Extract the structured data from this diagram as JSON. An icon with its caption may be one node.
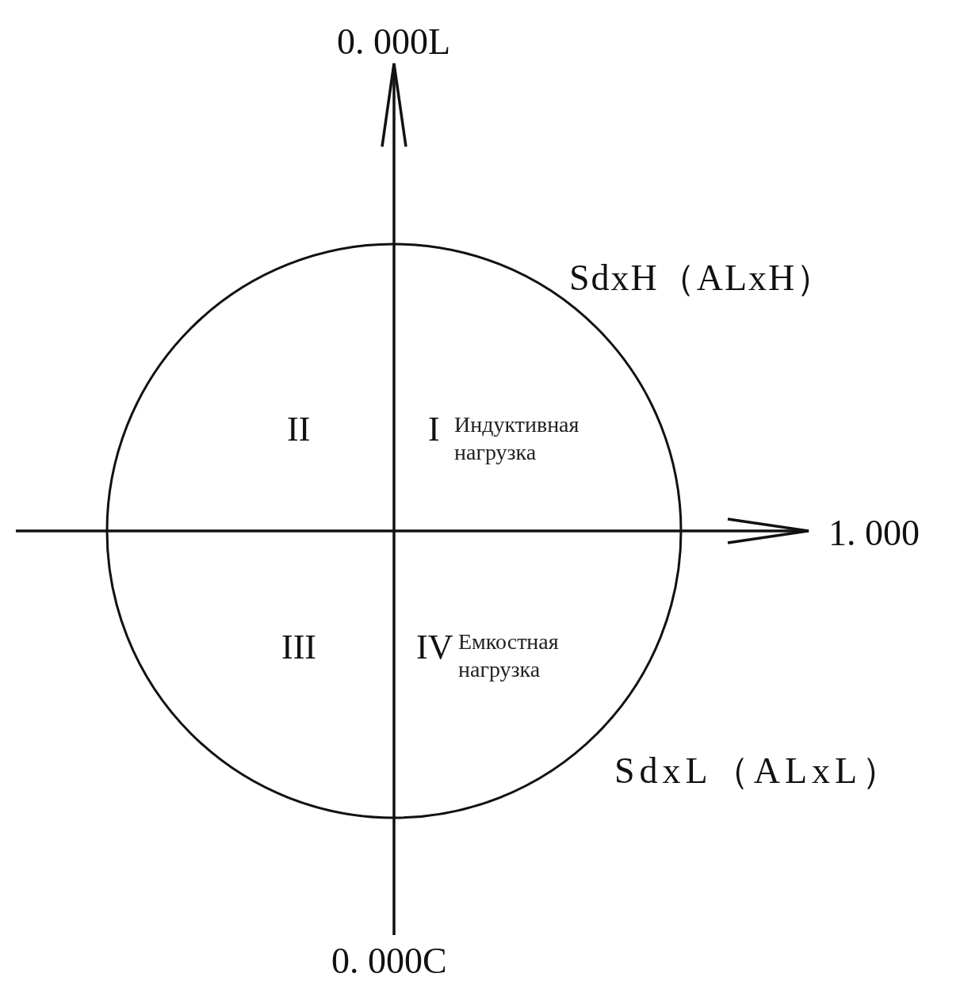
{
  "diagram": {
    "labels": [
      "0. 000L",
      "SdxH（ALxH）",
      "II",
      "I",
      "Индуктивная нагрузка",
      "1. 000",
      "III",
      "IV",
      "Емкостная нагрузка",
      "SdxL（ALxL）",
      "0. 000C"
    ]
  }
}
